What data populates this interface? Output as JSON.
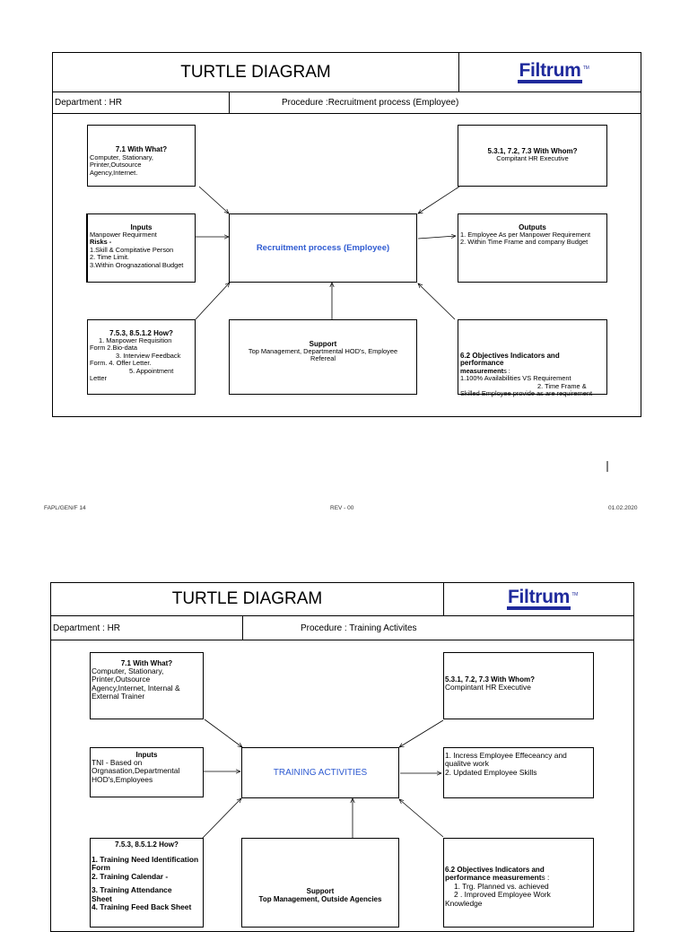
{
  "page1": {
    "title": "TURTLE DIAGRAM",
    "logo": "Filtrum",
    "logo_tm": "TM",
    "department": "Department : HR",
    "procedure": "Procedure :Recruitment process (Employee)",
    "center": "Recruitment process (Employee)",
    "with_what": {
      "title": "7.1 With What?",
      "lines": [
        "Computer, Stationary,",
        "Printer,Outsource",
        "Agency,Internet."
      ]
    },
    "with_whom": {
      "title": "5.3.1, 7.2, 7.3 With Whom?",
      "lines": [
        "Compitant HR Executive"
      ]
    },
    "inputs": {
      "title": "Inputs",
      "line1": "Manpower Requirment",
      "risks": "Risks -",
      "lines": [
        "1.Skill & Compitative Person",
        " 2. Time Limit.",
        "3.Within Orognazational Budget"
      ]
    },
    "outputs": {
      "title": "Outputs",
      "lines": [
        "1. Employee As per Manpower Requirement",
        "2. Within Time Frame and company Budget"
      ]
    },
    "how": {
      "title": "7.5.3, 8.5.1.2 How?",
      "lines": [
        "1. Manpower Requisition",
        "Form 2.Bio-data",
        "3.   Interview Feedback",
        "Form.    4. Offer Letter.",
        "5. Appointment",
        "Letter"
      ]
    },
    "support": {
      "title": "Support",
      "lines": [
        "Top Management, Departmental HOD's, Employee",
        "Refereal"
      ]
    },
    "objectives": {
      "title": "6.2 Objectives Indicators and performance",
      "title2a": "measurement",
      "title2b": "s :",
      "lines": [
        "1.100% Availabilities VS Requirement",
        "2. Time Frame &",
        "Skilled Employee provide as are requirement"
      ]
    }
  },
  "footer": {
    "left": "FAPL/GEN/F 14",
    "center": "REV - 00",
    "right": "01.02.2020"
  },
  "page2": {
    "title": "TURTLE DIAGRAM",
    "logo": "Filtrum",
    "logo_tm": "TM",
    "department": "Department : HR",
    "procedure": "Procedure : Training Activites",
    "center": "TRAINING ACTIVITIES",
    "with_what": {
      "title": "7.1 With What?",
      "lines": [
        "Computer, Stationary,",
        "Printer,Outsource",
        "Agency,Internet, Internal &",
        "External Trainer"
      ]
    },
    "with_whom": {
      "title": "5.3.1, 7.2, 7.3 With Whom?",
      "lines": [
        "Compintant HR Executive"
      ]
    },
    "inputs": {
      "title": "Inputs",
      "lines": [
        "TNI - Based on",
        "Orgnasation,Departmental",
        "HOD's,Employees"
      ]
    },
    "outputs": {
      "lines": [
        "1. Incress Employee Effeceancy and",
        "qualitve work",
        " 2. Updated Employee Skills"
      ]
    },
    "how": {
      "title": "7.5.3, 8.5.1.2 How?",
      "lines": [
        "1.  Training Need Identification",
        "Form",
        "2.   Training Calendar -",
        "3.   Training Attendance",
        "Sheet",
        "4.  Training Feed Back Sheet"
      ]
    },
    "support": {
      "title": "Support",
      "line": "Top Management, Outside Agencies"
    },
    "objectives": {
      "title": "6.2 Objectives Indicators and",
      "title2a": "performance measurement",
      "title2b": "s :",
      "lines": [
        "1. Trg. Planned vs. achieved",
        "2 . Improved Employee Work",
        "Knowledge"
      ]
    }
  }
}
